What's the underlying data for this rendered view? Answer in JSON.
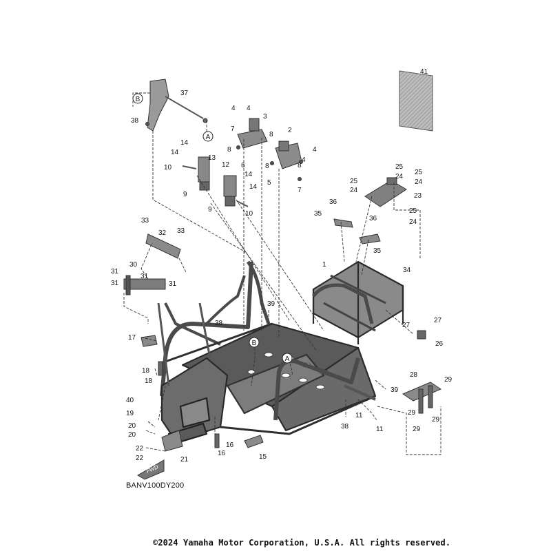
{
  "diagram": {
    "code": "BANV100DY200",
    "copyright": "©2024 Yamaha Motor Corporation, U.S.A. All rights reserved.",
    "fwd_label": "FWD",
    "ref_markers": [
      "A",
      "B"
    ]
  },
  "callouts": [
    "1",
    "2",
    "3",
    "4",
    "5",
    "6",
    "7",
    "8",
    "9",
    "10",
    "11",
    "12",
    "13",
    "14",
    "15",
    "16",
    "17",
    "18",
    "19",
    "20",
    "21",
    "22",
    "23",
    "24",
    "25",
    "26",
    "27",
    "28",
    "29",
    "30",
    "31",
    "32",
    "33",
    "34",
    "35",
    "36",
    "37",
    "38",
    "39",
    "40",
    "41"
  ]
}
